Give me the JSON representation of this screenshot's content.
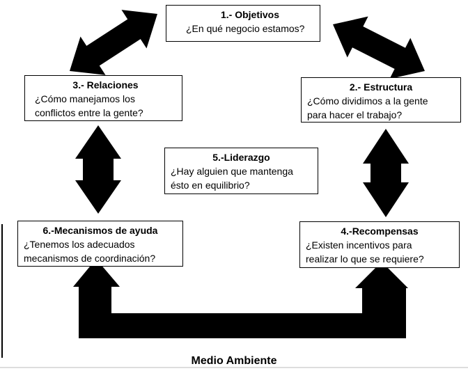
{
  "boxes": {
    "objetivos": {
      "title": "1.- Objetivos",
      "question": "¿En qué negocio estamos?"
    },
    "estructura": {
      "title": "2.- Estructura",
      "question": "¿Cómo dividimos a la gente para hacer el trabajo?"
    },
    "relaciones": {
      "title": "3.- Relaciones",
      "question": "¿Cómo manejamos los conflictos entre la gente?"
    },
    "recompensas": {
      "title": "4.-Recompensas",
      "question": "¿Existen incentivos para realizar lo que se requiere?"
    },
    "liderazgo": {
      "title": "5.-Liderazgo",
      "question": "¿Hay alguien que mantenga ésto en equilibrio?"
    },
    "mecanismos": {
      "title": "6.-Mecanismos de ayuda",
      "question": "¿Tenemos los adecuados mecanismos de coordinación?"
    }
  },
  "footer": "Medio Ambiente",
  "colors": {
    "arrow": "#000000",
    "border": "#000000"
  }
}
